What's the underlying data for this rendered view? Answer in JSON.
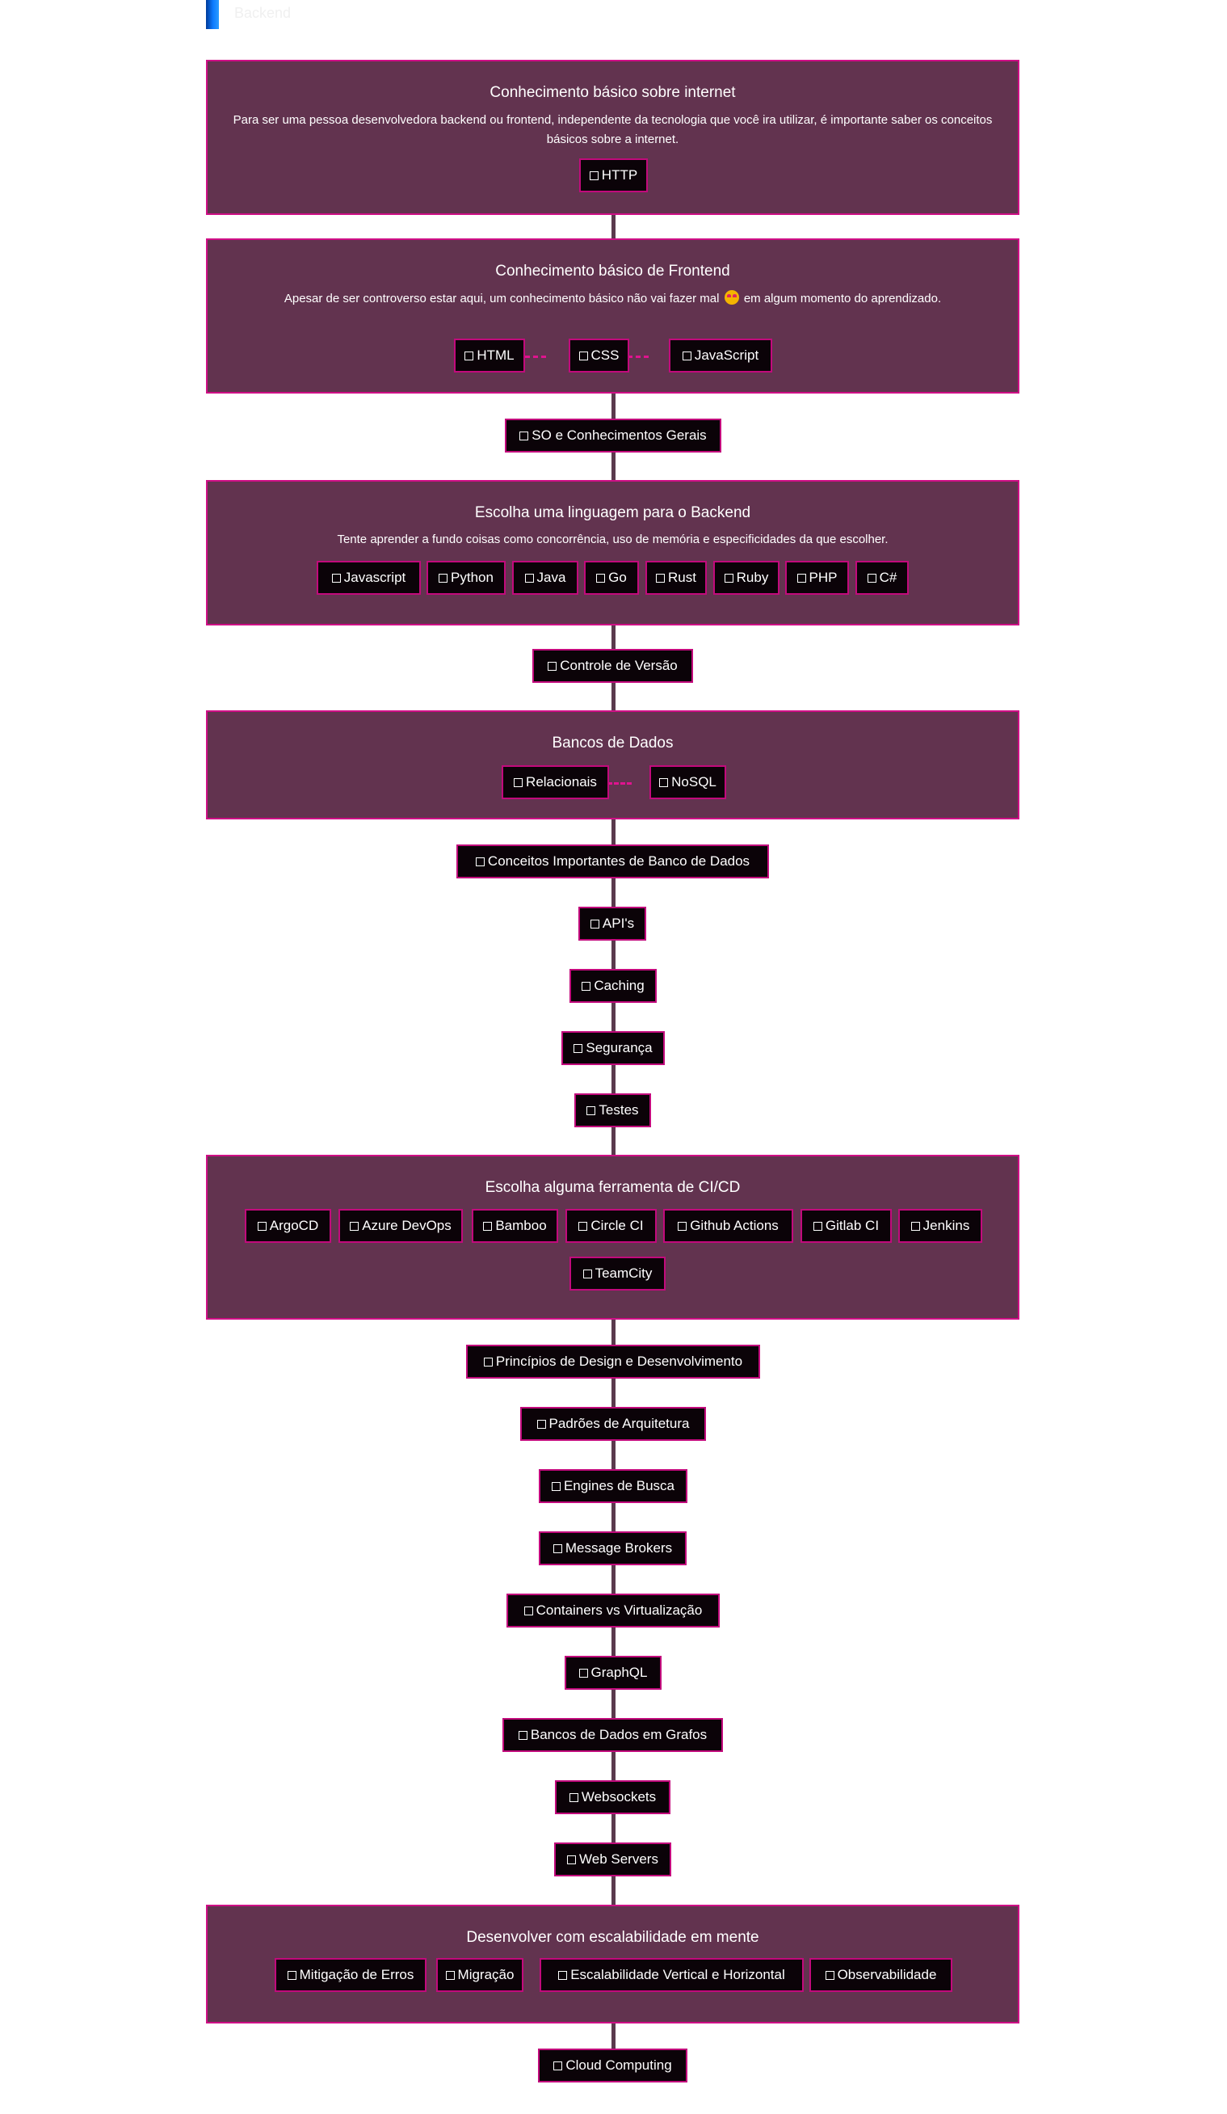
{
  "header": {
    "text": "Backend"
  },
  "sections": {
    "internet": {
      "title": "Conhecimento básico sobre internet",
      "description": "Para ser uma pessoa desenvolvedora backend ou frontend, independente da tecnologia que você ira utilizar, é importante saber os conceitos básicos sobre a internet.",
      "items": [
        "HTTP"
      ]
    },
    "frontend": {
      "title": "Conhecimento básico de Frontend",
      "description_before": "Apesar de ser controverso estar aqui, um conhecimento básico não vai fazer mal",
      "description_after": "em algum momento do aprendizado.",
      "items": [
        "HTML",
        "CSS",
        "JavaScript"
      ]
    },
    "linguagem": {
      "title": "Escolha uma linguagem para o Backend",
      "description": "Tente aprender a fundo coisas como concorrência, uso de memória e especificidades da que escolher.",
      "items": [
        "Javascript",
        "Python",
        "Java",
        "Go",
        "Rust",
        "Ruby",
        "PHP",
        "C#"
      ]
    },
    "bancos": {
      "title": "Bancos de Dados",
      "items": [
        "Relacionais",
        "NoSQL"
      ]
    },
    "cicd": {
      "title": "Escolha alguma ferramenta de CI/CD",
      "items": [
        "ArgoCD",
        "Azure DevOps",
        "Bamboo",
        "Circle CI",
        "Github Actions",
        "Gitlab CI",
        "Jenkins",
        "TeamCity"
      ]
    },
    "escalabilidade": {
      "title": "Desenvolver com escalabilidade em mente",
      "items": [
        "Mitigação de Erros",
        "Migração",
        "Escalabilidade Vertical e Horizontal",
        "Observabilidade"
      ]
    }
  },
  "nodes": {
    "so": "SO e Conhecimentos Gerais",
    "versao": "Controle de Versão",
    "conceitos_bd": "Conceitos Importantes de Banco de Dados",
    "apis": "API's",
    "caching": "Caching",
    "seguranca": "Segurança",
    "testes": "Testes",
    "principios": "Princípios de Design e Desenvolvimento",
    "padroes": "Padrões de Arquitetura",
    "engines": "Engines de Busca",
    "brokers": "Message Brokers",
    "containers": "Containers vs Virtualização",
    "graphql": "GraphQL",
    "grafos": "Bancos de Dados em Grafos",
    "websockets": "Websockets",
    "webservers": "Web Servers",
    "cloud": "Cloud Computing"
  },
  "colors": {
    "section_bg": "#62334f",
    "accent": "#cf0f86",
    "node_bg": "#0b0308",
    "spine": "#5a3a4d"
  }
}
